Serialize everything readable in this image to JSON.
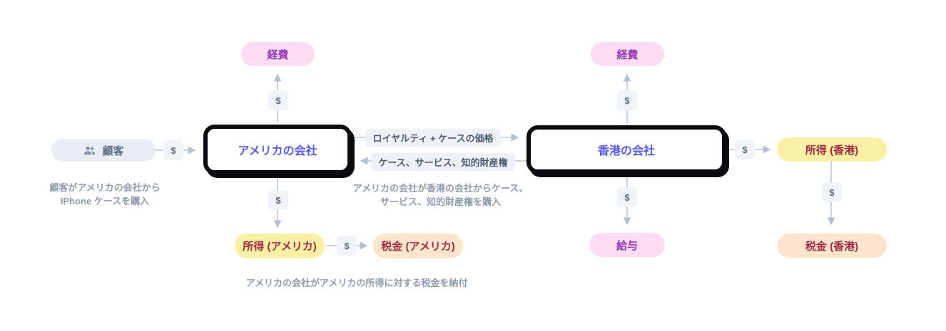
{
  "diagram": {
    "title": "international-corporate-tax-flow",
    "currency_symbol": "$",
    "nodes": {
      "customer": {
        "label": "顧客"
      },
      "us_company": {
        "label": "アメリカの会社"
      },
      "hk_company": {
        "label": "香港の会社"
      },
      "expenses_us": {
        "label": "経費"
      },
      "expenses_hk": {
        "label": "経費"
      },
      "income_us": {
        "label": "所得 (アメリカ)"
      },
      "tax_us": {
        "label": "税金 (アメリカ)"
      },
      "salary": {
        "label": "給与"
      },
      "income_hk": {
        "label": "所得 (香港)"
      },
      "tax_hk": {
        "label": "税金 (香港)"
      }
    },
    "flow_labels": {
      "us_to_hk": "ロイヤルティ + ケースの価格",
      "hk_to_us": "ケース、サービス、知的財産権"
    },
    "annotations": {
      "customer_note_line1": "顧客がアメリカの会社から",
      "customer_note_line2": "IPhone ケースを購入",
      "purchase_note_line1": "アメリカの会社が香港の会社からケース、",
      "purchase_note_line2": "サービス、知的財産権を購入",
      "tax_note": "アメリカの会社がアメリカの所得に対する税金を納付"
    },
    "colors": {
      "expense_pill_bg": "#fbdcf3",
      "expense_pill_text": "#9638b8",
      "income_pill_bg": "#faf0a5",
      "tax_pill_bg": "#fde5cd",
      "income_tax_text": "#a02c44",
      "customer_pill_bg": "#e9edf4",
      "company_text": "#5659e2",
      "company_border": "#0b0b0f",
      "arrow": "#c9d3de",
      "note_text": "#8e9bad"
    }
  }
}
